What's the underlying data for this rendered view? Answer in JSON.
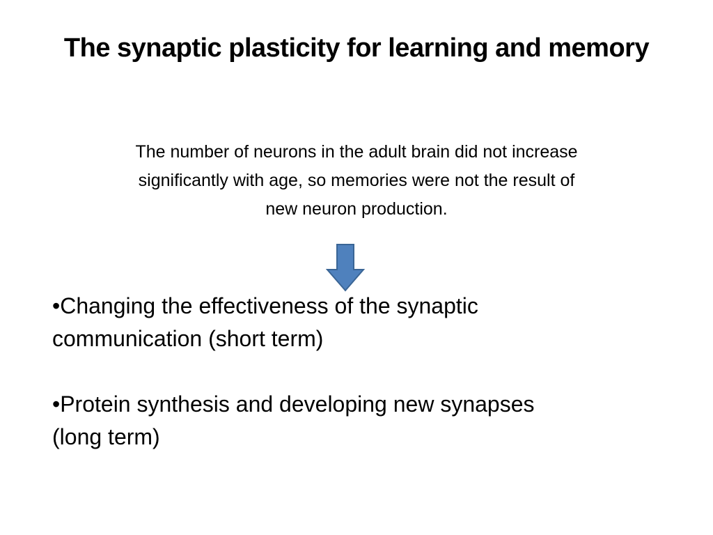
{
  "slide": {
    "title": "The synaptic plasticity for learning and memory",
    "intro_lines": [
      "The number of neurons in the adult brain did not increase",
      "significantly with age, so memories were not the result of",
      "new neuron production."
    ],
    "arrow_icon": "down-arrow-icon",
    "arrow_color": "#4F81BD",
    "arrow_border_color": "#3A6595",
    "bullets": [
      {
        "lines": [
          "•Changing the effectiveness of the synaptic",
          "communication (short term)"
        ]
      },
      {
        "lines": [
          "•Protein synthesis and developing new synapses",
          "(long term)"
        ]
      }
    ]
  }
}
